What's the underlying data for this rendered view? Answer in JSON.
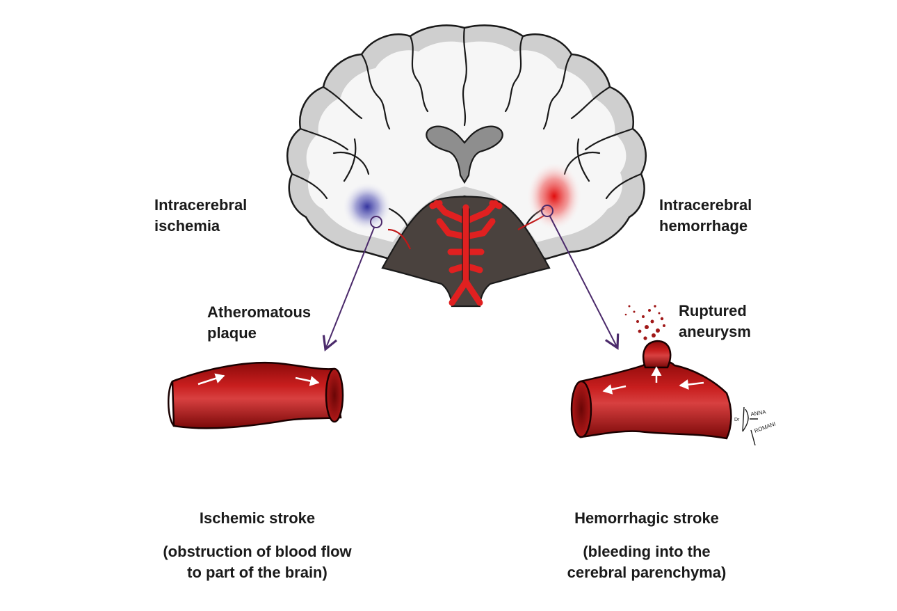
{
  "labels": {
    "ischemia_line1": "Intracerebral",
    "ischemia_line2": "ischemia",
    "hemorrhage_line1": "Intracerebral",
    "hemorrhage_line2": "hemorrhage",
    "plaque_line1": "Atheromatous",
    "plaque_line2": "plaque",
    "aneurysm_line1": "Ruptured",
    "aneurysm_line2": "aneurysm"
  },
  "captions": {
    "ischemic_title": "Ischemic stroke",
    "ischemic_desc_line1": "(obstruction of blood flow",
    "ischemic_desc_line2": "to part of the brain)",
    "hemorrhagic_title": "Hemorrhagic stroke",
    "hemorrhagic_desc_line1": "(bleeding into the",
    "hemorrhagic_desc_line2": "cerebral parenchyma)"
  },
  "signature": {
    "text": "Dr. Anna Romani"
  },
  "colors": {
    "ischemia_spot": "#3a3aa8",
    "hemorrhage_spot": "#e01818",
    "vessel": "#b01010",
    "artery": "#e02020",
    "brainstem": "#4a423e",
    "arrow": "#4b2a6b",
    "white_matter": "#f4f4f4",
    "gray_matter": "#d0d0d0"
  }
}
